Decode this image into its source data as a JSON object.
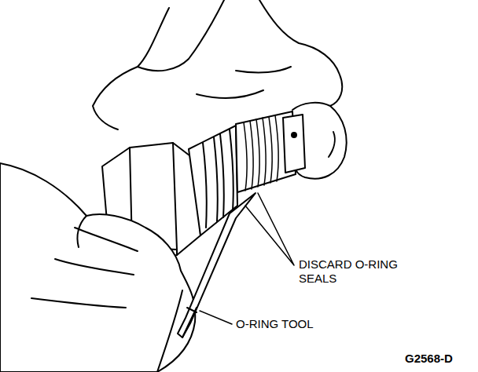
{
  "diagram": {
    "labels": [
      "DISCARD O-RING SEALS",
      "O-RING TOOL",
      "G2568-D"
    ]
  }
}
